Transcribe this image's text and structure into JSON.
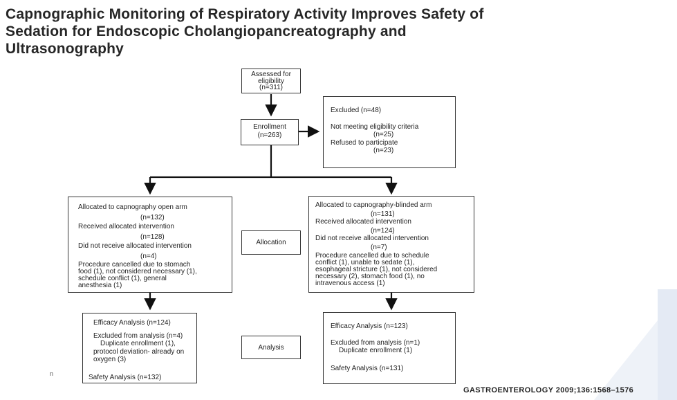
{
  "title_lines": [
    "Capnographic Monitoring of Respiratory Activity Improves Safety of",
    "Sedation for Endoscopic Cholangiopancreatography and",
    "Ultrasonography"
  ],
  "assessed": {
    "line1": "Assessed for",
    "line2": "eligibility",
    "count": "(n=311)"
  },
  "enrollment": {
    "line1": "Enrollment",
    "count": "(n=263)"
  },
  "excluded": {
    "heading": "Excluded (n=48)",
    "reason1": "Not meeting eligibility criteria",
    "reason1_count": "(n=25)",
    "reason2": "Refused to participate",
    "reason2_count": "(n=23)"
  },
  "open_arm": {
    "allocated": "Allocated to capnography open arm",
    "allocated_count": "(n=132)",
    "received": "Received allocated intervention",
    "received_count": "(n=128)",
    "not_received": "Did not receive allocated intervention",
    "not_received_count": "(n=4)",
    "reasons": [
      "Procedure cancelled due to stomach",
      "food (1), not considered necessary (1),",
      "schedule conflict (1), general",
      "anesthesia (1)"
    ]
  },
  "blinded_arm": {
    "allocated": "Allocated to capnography-blinded arm",
    "allocated_count": "(n=131)",
    "received": "Received allocated intervention",
    "received_count": "(n=124)",
    "not_received": "Did not receive allocated intervention",
    "not_received_count": "(n=7)",
    "reasons": [
      "Procedure cancelled due to schedule",
      "conflict (1), unable to sedate (1),",
      "esophageal stricture (1), not considered",
      "necessary (2), stomach food (1), no",
      "intravenous access (1)"
    ]
  },
  "allocation_label": "Allocation",
  "analysis_label": "Analysis",
  "open_analysis": {
    "efficacy": "Efficacy Analysis (n=124)",
    "excluded": "Excluded from analysis (n=4)",
    "details": [
      "Duplicate enrollment (1),",
      "protocol deviation- already on",
      "oxygen (3)"
    ],
    "safety": "Safety Analysis (n=132)"
  },
  "blinded_analysis": {
    "efficacy": "Efficacy Analysis (n=123)",
    "excluded": "Excluded from analysis (n=1)",
    "details": [
      "Duplicate enrollment (1)"
    ],
    "safety": "Safety Analysis (n=131)"
  },
  "citation": "GASTROENTEROLOGY 2009;136:1568–1576",
  "corner_mark": "n"
}
